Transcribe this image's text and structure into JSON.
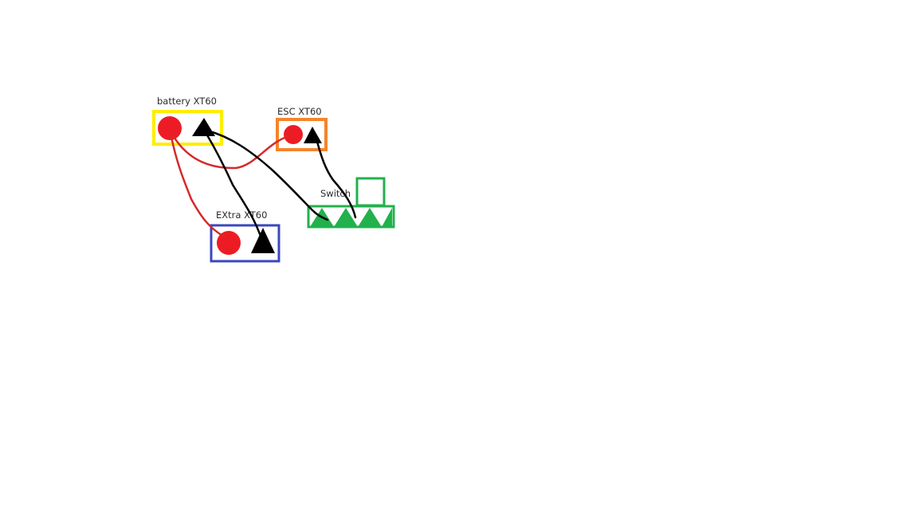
{
  "labels": {
    "battery": "battery XT60",
    "esc": "ESC XT60",
    "switch": "Switch",
    "extra": "EXtra XT60"
  },
  "colors": {
    "battery_box": "#ffee00",
    "esc_box": "#f5842a",
    "extra_box": "#3b47bd",
    "switch": "#22b14c",
    "positive": "#ed1c24",
    "negative": "#000000",
    "red_wire": "#d42a2a",
    "black_wire": "#000000",
    "background": "#ffffff"
  },
  "wires": [
    {
      "name": "battery-positive-to-esc-positive",
      "color": "red"
    },
    {
      "name": "battery-positive-to-extra-positive",
      "color": "red"
    },
    {
      "name": "battery-negative-to-extra-negative",
      "color": "black"
    },
    {
      "name": "battery-negative-to-switch",
      "color": "black"
    },
    {
      "name": "esc-negative-to-switch",
      "color": "black"
    }
  ]
}
